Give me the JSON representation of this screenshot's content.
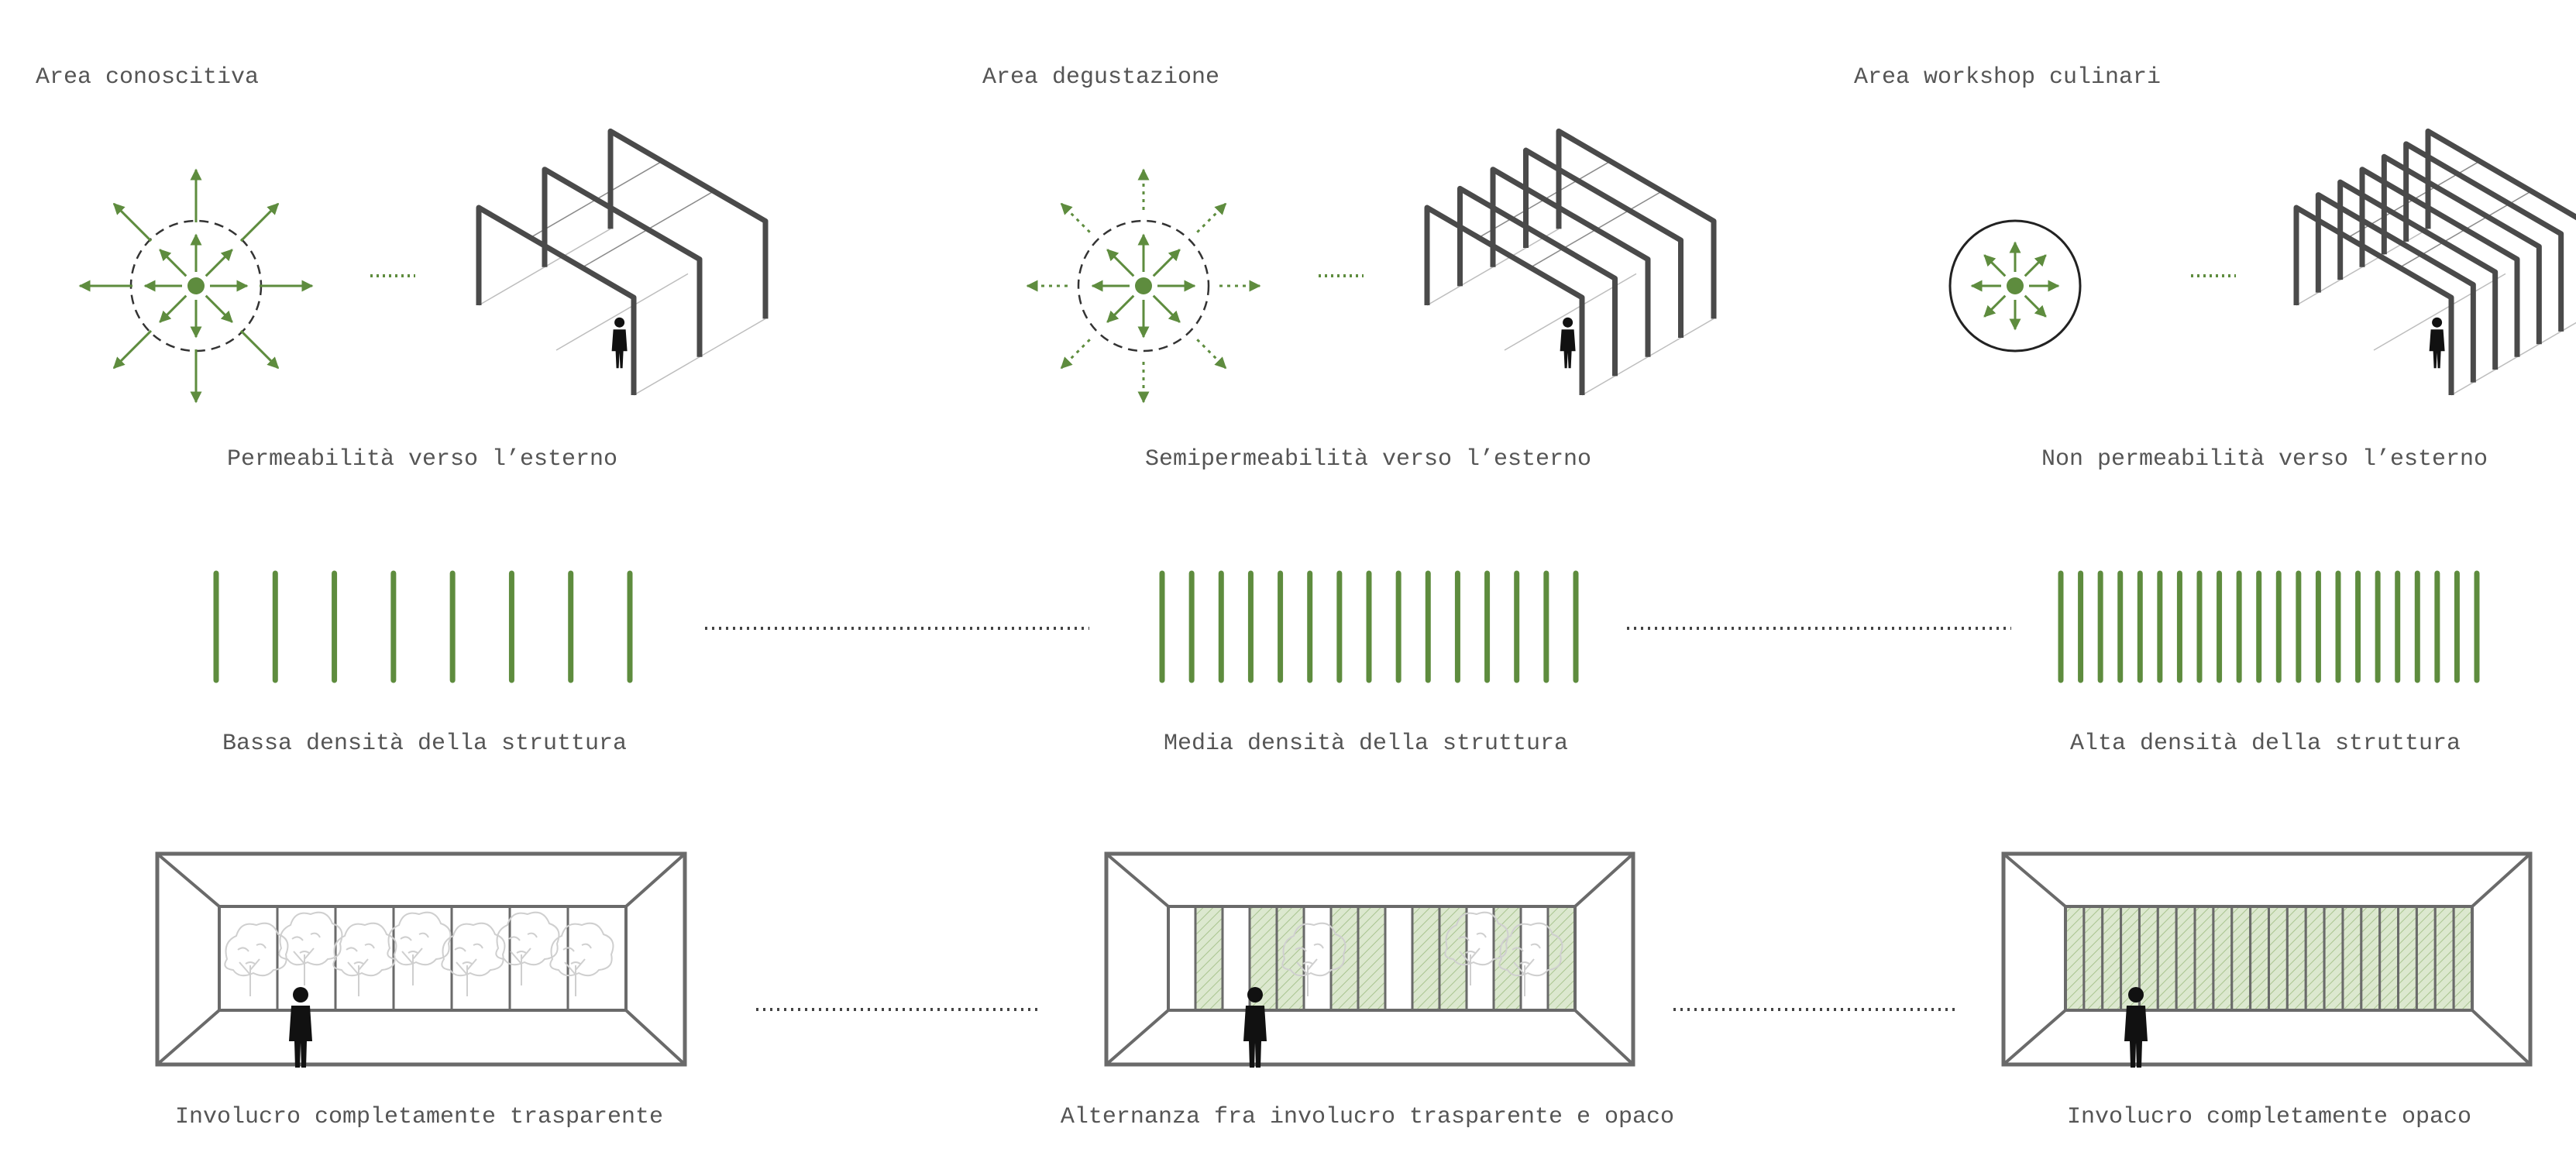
{
  "columns": [
    {
      "area_title": "Area conoscitiva",
      "permeability_label": "Permeabilità verso l’esterno",
      "permeability_level": "full",
      "frame_count": 3,
      "density_label": "Bassa densità della struttura",
      "density_bar_count": 8,
      "envelope_label": "Involucro completamente trasparente",
      "envelope_panels": [
        "t",
        "t",
        "t",
        "t",
        "t",
        "t",
        "t"
      ]
    },
    {
      "area_title": "Area degustazione",
      "permeability_label": "Semipermeabilità verso l’esterno",
      "permeability_level": "partial",
      "frame_count": 5,
      "density_label": "Media densità della struttura",
      "density_bar_count": 15,
      "envelope_label": "Alternanza fra involucro trasparente e opaco",
      "envelope_panels": [
        "t",
        "o",
        "t",
        "o",
        "o",
        "t",
        "o",
        "o",
        "t",
        "o",
        "o",
        "t",
        "o",
        "t",
        "o"
      ]
    },
    {
      "area_title": "Area workshop culinari",
      "permeability_label": "Non permeabilità verso l’esterno",
      "permeability_level": "none",
      "frame_count": 7,
      "density_label": "Alta densità della struttura",
      "density_bar_count": 22,
      "envelope_label": "Involucro completamente opaco",
      "envelope_panels": [
        "o",
        "o",
        "o",
        "o",
        "o",
        "o",
        "o",
        "o",
        "o",
        "o",
        "o",
        "o",
        "o",
        "o",
        "o",
        "o",
        "o",
        "o",
        "o",
        "o",
        "o",
        "o"
      ]
    }
  ],
  "colors": {
    "green": "#5e8c3e",
    "green_fill": "#dce8cf",
    "frame": "#4a4a4a",
    "outline": "#6a6a6a",
    "thin_line": "#bdbdbd",
    "text": "#555555",
    "figure": "#111111"
  },
  "icons": [
    "arrows-diagram-icon",
    "structure-frame-icon",
    "person-icon",
    "tree-icon"
  ]
}
